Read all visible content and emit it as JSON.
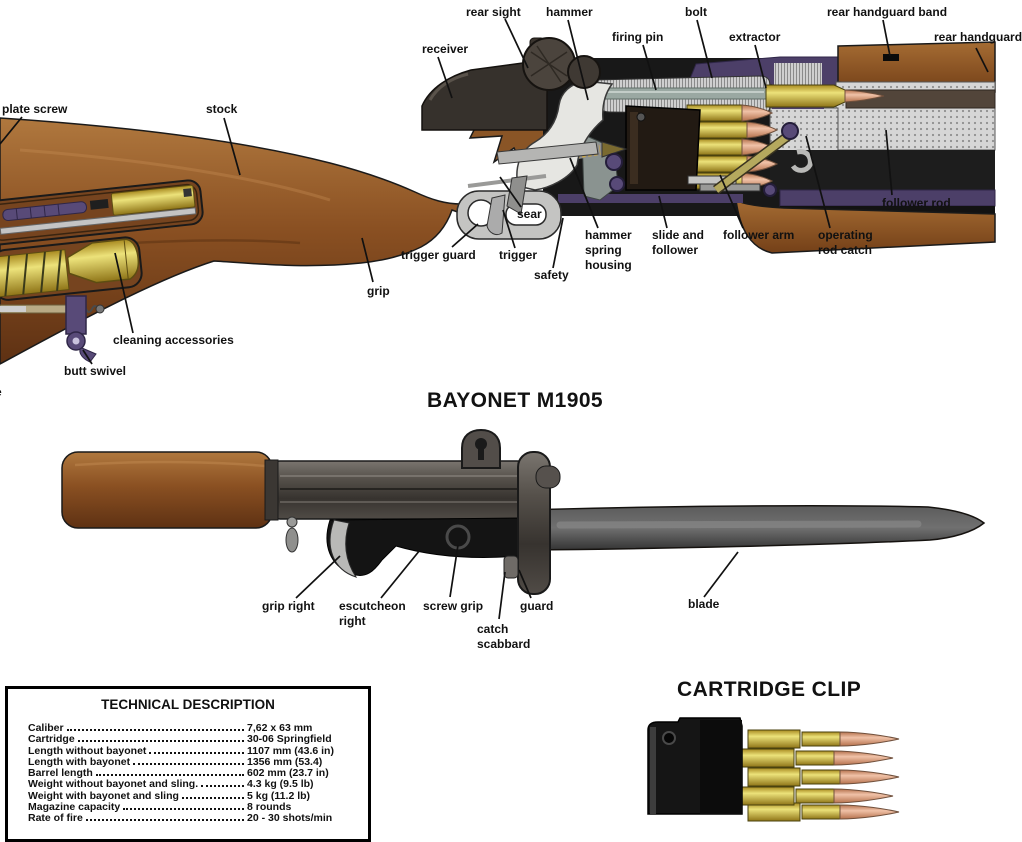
{
  "rifle": {
    "labels": [
      {
        "text": "rear sight"
      },
      {
        "text": "hammer"
      },
      {
        "text": "bolt"
      },
      {
        "text": "rear handguard band"
      },
      {
        "text": "receiver"
      },
      {
        "text": "firing pin"
      },
      {
        "text": "extractor"
      },
      {
        "text": "rear handguard"
      },
      {
        "text": "plate screw"
      },
      {
        "text": "stock"
      },
      {
        "text": "sear"
      },
      {
        "text": "trigger guard"
      },
      {
        "text": "trigger"
      },
      {
        "text": "safety"
      },
      {
        "text": "hammer\nspring\nhousing"
      },
      {
        "text": "slide and\nfollower"
      },
      {
        "text": "follower arm"
      },
      {
        "text": "operating\nrod catch"
      },
      {
        "text": "follower rod"
      },
      {
        "text": "grip"
      },
      {
        "text": "cleaning accessories"
      },
      {
        "text": "butt swivel"
      },
      {
        "text": "e"
      }
    ]
  },
  "bayonet": {
    "title": "BAYONET M1905",
    "labels": [
      {
        "text": "grip right"
      },
      {
        "text": "escutcheon\nright"
      },
      {
        "text": "screw grip"
      },
      {
        "text": "guard"
      },
      {
        "text": "catch\nscabbard"
      },
      {
        "text": "blade"
      }
    ]
  },
  "clip": {
    "title": "CARTRIDGE CLIP"
  },
  "tech": {
    "title": "TECHNICAL DESCRIPTION",
    "rows": [
      {
        "label": "Caliber",
        "value": "7,62 x 63 mm"
      },
      {
        "label": "Cartridge",
        "value": "30-06 Springfield"
      },
      {
        "label": "Length without bayonet",
        "value": "1107 mm (43.6 in)"
      },
      {
        "label": "Length with bayonet",
        "value": "1356 mm (53.4)"
      },
      {
        "label": "Barrel length",
        "value": "602 mm (23.7 in)"
      },
      {
        "label": "Weight without bayonet and sling.",
        "value": "4.3 kg (9.5 lb)"
      },
      {
        "label": "Weight with bayonet and sling",
        "value": "5 kg (11.2 lb)"
      },
      {
        "label": "Magazine capacity",
        "value": "8 rounds"
      },
      {
        "label": "Rate of fire",
        "value": "20 - 30 shots/min"
      }
    ]
  },
  "colors": {
    "wood": "#8a5022",
    "purple": "#4c3f68",
    "brass": "#e6d96e",
    "copper": "#f0c2a8",
    "metal": "#56514b"
  }
}
